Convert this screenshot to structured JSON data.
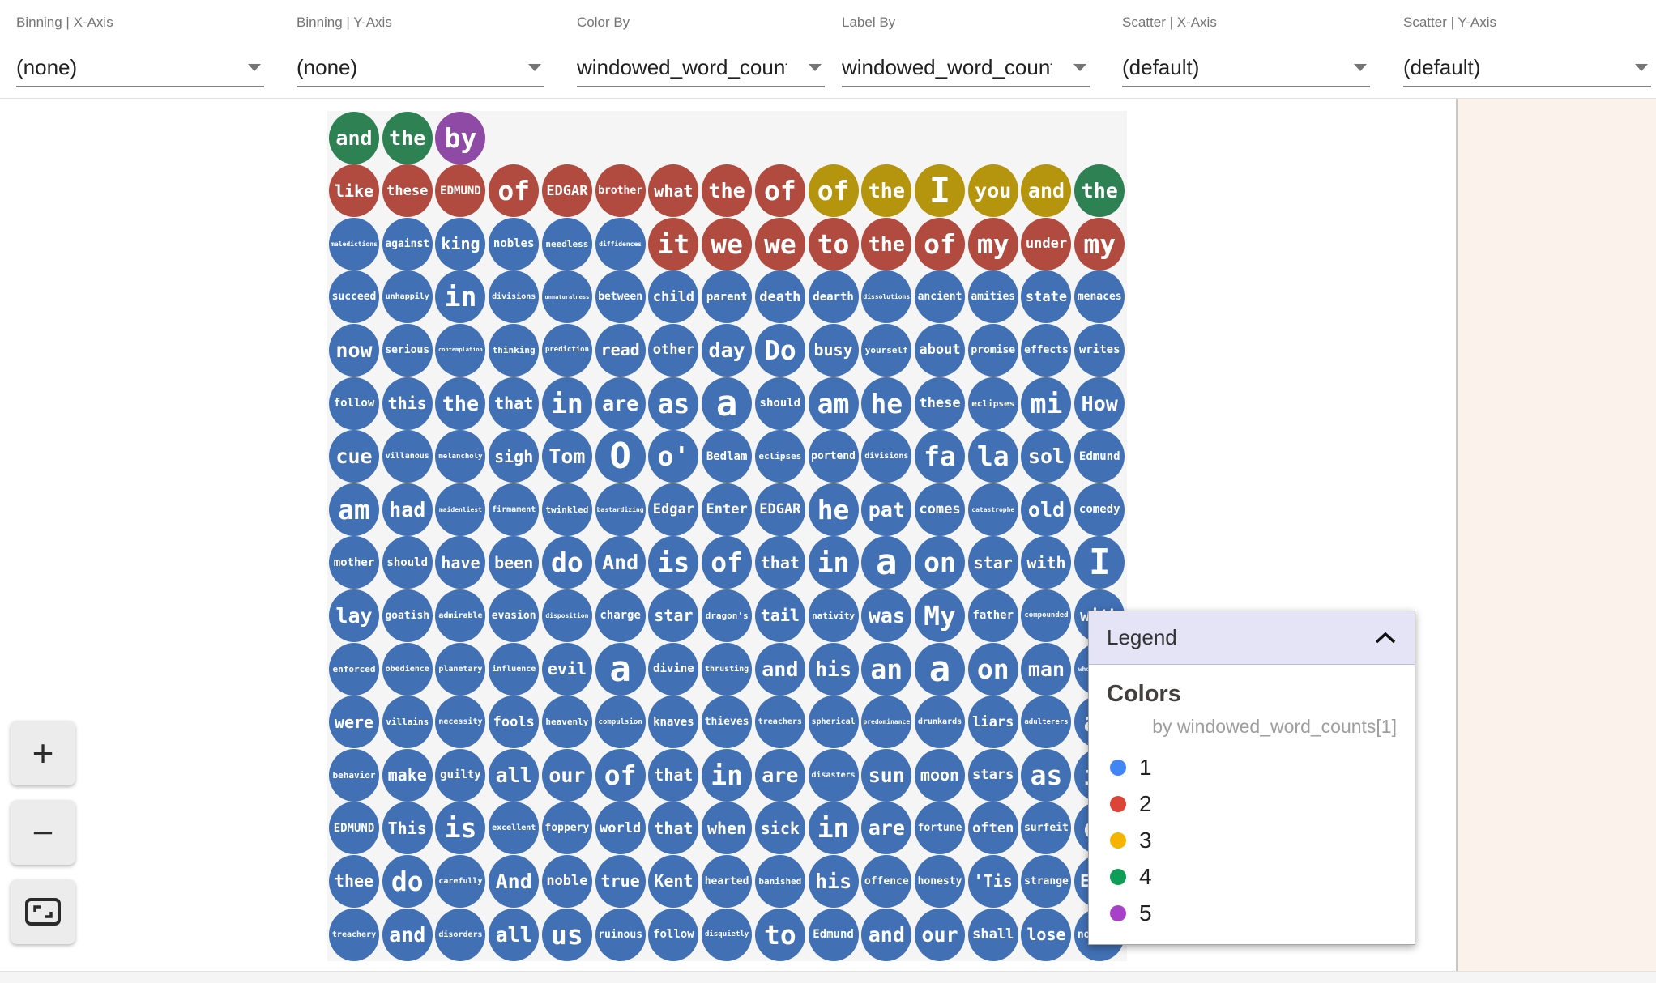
{
  "toolbar": {
    "dropdowns": [
      {
        "label": "Binning | X-Axis",
        "value": "(none)"
      },
      {
        "label": "Binning | Y-Axis",
        "value": "(none)"
      },
      {
        "label": "Color By",
        "value": "windowed_word_counts[1]"
      },
      {
        "label": "Label By",
        "value": "windowed_word_counts[1]"
      },
      {
        "label": "Scatter | X-Axis",
        "value": "(default)"
      },
      {
        "label": "Scatter | Y-Axis",
        "value": "(default)"
      }
    ]
  },
  "zoom_controls": {
    "zoom_in": "+",
    "zoom_out": "−",
    "fit": "fit-to-screen"
  },
  "legend": {
    "title": "Legend",
    "section": "Colors",
    "by": "by windowed_word_counts[1]",
    "items": [
      {
        "value": "1",
        "color": "#4285F4"
      },
      {
        "value": "2",
        "color": "#DB4437"
      },
      {
        "value": "3",
        "color": "#F4B400"
      },
      {
        "value": "4",
        "color": "#0F9D58"
      },
      {
        "value": "5",
        "color": "#A742C8"
      }
    ]
  },
  "palette": {
    "1": "#4170B4",
    "2": "#B14A3F",
    "3": "#B5950E",
    "4": "#2E8153",
    "5": "#8E4AA5"
  },
  "grid": {
    "background": "#f5f5f5",
    "rows": [
      [
        [
          "and",
          4
        ],
        [
          "the",
          4
        ],
        [
          "by",
          5
        ]
      ],
      [
        [
          "like",
          2
        ],
        [
          "these",
          2
        ],
        [
          "EDMUND",
          2
        ],
        [
          "of",
          2
        ],
        [
          "EDGAR",
          2
        ],
        [
          "brother",
          2
        ],
        [
          "what",
          2
        ],
        [
          "the",
          2
        ],
        [
          "of",
          2
        ],
        [
          "of",
          3
        ],
        [
          "the",
          3
        ],
        [
          "I",
          3
        ],
        [
          "you",
          3
        ],
        [
          "and",
          3
        ],
        [
          "the",
          4
        ]
      ],
      [
        [
          "maledictions",
          1
        ],
        [
          "against",
          1
        ],
        [
          "king",
          1
        ],
        [
          "nobles",
          1
        ],
        [
          "needless",
          1
        ],
        [
          "diffidences",
          1
        ],
        [
          "it",
          2
        ],
        [
          "we",
          2
        ],
        [
          "we",
          2
        ],
        [
          "to",
          2
        ],
        [
          "the",
          2
        ],
        [
          "of",
          2
        ],
        [
          "my",
          2
        ],
        [
          "under",
          2
        ],
        [
          "my",
          2
        ]
      ],
      [
        [
          "succeed",
          1
        ],
        [
          "unhappily",
          1
        ],
        [
          "in",
          1
        ],
        [
          "divisions",
          1
        ],
        [
          "unnaturalness",
          1
        ],
        [
          "between",
          1
        ],
        [
          "child",
          1
        ],
        [
          "parent",
          1
        ],
        [
          "death",
          1
        ],
        [
          "dearth",
          1
        ],
        [
          "dissolutions",
          1
        ],
        [
          "ancient",
          1
        ],
        [
          "amities",
          1
        ],
        [
          "state",
          1
        ],
        [
          "menaces",
          1
        ]
      ],
      [
        [
          "now",
          1
        ],
        [
          "serious",
          1
        ],
        [
          "contemplation",
          1
        ],
        [
          "thinking",
          1
        ],
        [
          "prediction",
          1
        ],
        [
          "read",
          1
        ],
        [
          "other",
          1
        ],
        [
          "day",
          1
        ],
        [
          "Do",
          1
        ],
        [
          "busy",
          1
        ],
        [
          "yourself",
          1
        ],
        [
          "about",
          1
        ],
        [
          "promise",
          1
        ],
        [
          "effects",
          1
        ],
        [
          "writes",
          1
        ]
      ],
      [
        [
          "follow",
          1
        ],
        [
          "this",
          1
        ],
        [
          "the",
          1
        ],
        [
          "that",
          1
        ],
        [
          "in",
          1
        ],
        [
          "are",
          1
        ],
        [
          "as",
          1
        ],
        [
          "a",
          1
        ],
        [
          "should",
          1
        ],
        [
          "am",
          1
        ],
        [
          "he",
          1
        ],
        [
          "these",
          1
        ],
        [
          "eclipses",
          1
        ],
        [
          "mi",
          1
        ],
        [
          "How",
          1
        ]
      ],
      [
        [
          "cue",
          1
        ],
        [
          "villanous",
          1
        ],
        [
          "melancholy",
          1
        ],
        [
          "sigh",
          1
        ],
        [
          "Tom",
          1
        ],
        [
          "O",
          1
        ],
        [
          "o'",
          1
        ],
        [
          "Bedlam",
          1
        ],
        [
          "eclipses",
          1
        ],
        [
          "portend",
          1
        ],
        [
          "divisions",
          1
        ],
        [
          "fa",
          1
        ],
        [
          "la",
          1
        ],
        [
          "sol",
          1
        ],
        [
          "Edmund",
          1
        ]
      ],
      [
        [
          "am",
          1
        ],
        [
          "had",
          1
        ],
        [
          "maidenliest",
          1
        ],
        [
          "firmament",
          1
        ],
        [
          "twinkled",
          1
        ],
        [
          "bastardizing",
          1
        ],
        [
          "Edgar",
          1
        ],
        [
          "Enter",
          1
        ],
        [
          "EDGAR",
          1
        ],
        [
          "he",
          1
        ],
        [
          "pat",
          1
        ],
        [
          "comes",
          1
        ],
        [
          "catastrophe",
          1
        ],
        [
          "old",
          1
        ],
        [
          "comedy",
          1
        ]
      ],
      [
        [
          "mother",
          1
        ],
        [
          "should",
          1
        ],
        [
          "have",
          1
        ],
        [
          "been",
          1
        ],
        [
          "do",
          1
        ],
        [
          "And",
          1
        ],
        [
          "is",
          1
        ],
        [
          "of",
          1
        ],
        [
          "that",
          1
        ],
        [
          "in",
          1
        ],
        [
          "a",
          1
        ],
        [
          "on",
          1
        ],
        [
          "star",
          1
        ],
        [
          "with",
          1
        ],
        [
          "I",
          1
        ]
      ],
      [
        [
          "lay",
          1
        ],
        [
          "goatish",
          1
        ],
        [
          "admirable",
          1
        ],
        [
          "evasion",
          1
        ],
        [
          "disposition",
          1
        ],
        [
          "charge",
          1
        ],
        [
          "star",
          1
        ],
        [
          "dragon's",
          1
        ],
        [
          "tail",
          1
        ],
        [
          "nativity",
          1
        ],
        [
          "was",
          1
        ],
        [
          "My",
          1
        ],
        [
          "father",
          1
        ],
        [
          "compounded",
          1
        ],
        [
          "with",
          1
        ]
      ],
      [
        [
          "enforced",
          1
        ],
        [
          "obedience",
          1
        ],
        [
          "planetary",
          1
        ],
        [
          "influence",
          1
        ],
        [
          "evil",
          1
        ],
        [
          "a",
          1
        ],
        [
          "divine",
          1
        ],
        [
          "thrusting",
          1
        ],
        [
          "and",
          1
        ],
        [
          "his",
          1
        ],
        [
          "an",
          1
        ],
        [
          "a",
          1
        ],
        [
          "on",
          1
        ],
        [
          "man",
          1
        ],
        [
          "whoremaster",
          1
        ]
      ],
      [
        [
          "were",
          1
        ],
        [
          "villains",
          1
        ],
        [
          "necessity",
          1
        ],
        [
          "fools",
          1
        ],
        [
          "heavenly",
          1
        ],
        [
          "compulsion",
          1
        ],
        [
          "knaves",
          1
        ],
        [
          "thieves",
          1
        ],
        [
          "treachers",
          1
        ],
        [
          "spherical",
          1
        ],
        [
          "predominance",
          1
        ],
        [
          "drunkards",
          1
        ],
        [
          "liars",
          1
        ],
        [
          "adulterers",
          1
        ],
        [
          "an",
          1
        ]
      ],
      [
        [
          "behavior",
          1
        ],
        [
          "make",
          1
        ],
        [
          "guilty",
          1
        ],
        [
          "all",
          1
        ],
        [
          "our",
          1
        ],
        [
          "of",
          1
        ],
        [
          "that",
          1
        ],
        [
          "in",
          1
        ],
        [
          "are",
          1
        ],
        [
          "disasters",
          1
        ],
        [
          "sun",
          1
        ],
        [
          "moon",
          1
        ],
        [
          "stars",
          1
        ],
        [
          "as",
          1
        ],
        [
          "if",
          1
        ]
      ],
      [
        [
          "EDMUND",
          1
        ],
        [
          "This",
          1
        ],
        [
          "is",
          1
        ],
        [
          "excellent",
          1
        ],
        [
          "foppery",
          1
        ],
        [
          "world",
          1
        ],
        [
          "that",
          1
        ],
        [
          "when",
          1
        ],
        [
          "sick",
          1
        ],
        [
          "in",
          1
        ],
        [
          "are",
          1
        ],
        [
          "fortune",
          1
        ],
        [
          "often",
          1
        ],
        [
          "surfeit",
          1
        ],
        [
          "of",
          1
        ]
      ],
      [
        [
          "thee",
          1
        ],
        [
          "do",
          1
        ],
        [
          "carefully",
          1
        ],
        [
          "And",
          1
        ],
        [
          "noble",
          1
        ],
        [
          "true",
          1
        ],
        [
          "Kent",
          1
        ],
        [
          "hearted",
          1
        ],
        [
          "banished",
          1
        ],
        [
          "his",
          1
        ],
        [
          "offence",
          1
        ],
        [
          "honesty",
          1
        ],
        [
          "'Tis",
          1
        ],
        [
          "strange",
          1
        ],
        [
          "Exit",
          1
        ]
      ],
      [
        [
          "treachery",
          1
        ],
        [
          "and",
          1
        ],
        [
          "disorders",
          1
        ],
        [
          "all",
          1
        ],
        [
          "us",
          1
        ],
        [
          "ruinous",
          1
        ],
        [
          "follow",
          1
        ],
        [
          "disquietly",
          1
        ],
        [
          "to",
          1
        ],
        [
          "Edmund",
          1
        ],
        [
          "and",
          1
        ],
        [
          "our",
          1
        ],
        [
          "shall",
          1
        ],
        [
          "lose",
          1
        ],
        [
          "nothing",
          1
        ]
      ]
    ]
  }
}
